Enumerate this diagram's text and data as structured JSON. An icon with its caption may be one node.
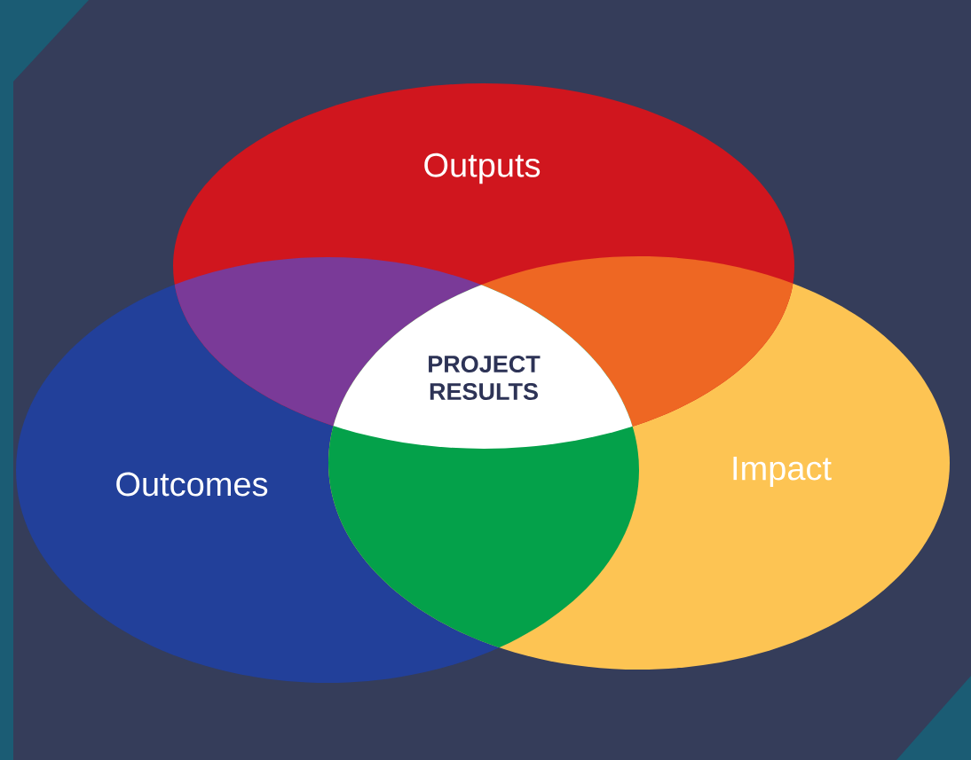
{
  "diagram": {
    "nodes": [
      {
        "text": [
          "Outputs"
        ]
      },
      {
        "text": [
          "PROJECT RESULTS"
        ]
      },
      {
        "text": [
          "Outcomes"
        ]
      },
      {
        "text": [
          "Impact"
        ]
      }
    ]
  }
}
